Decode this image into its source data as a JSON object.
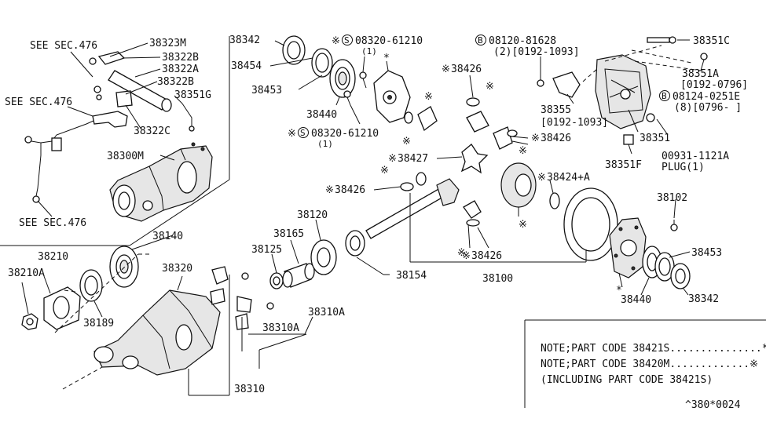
{
  "labels": {
    "see476_a": "SEE SEC.476",
    "see476_b": "SEE SEC.476",
    "see476_c": "SEE SEC.476",
    "p38323M": "38323M",
    "p38322B_a": "38322B",
    "p38322A": "38322A",
    "p38322B_b": "38322B",
    "p38351G": "38351G",
    "p38322C": "38322C",
    "p38300M": "38300M",
    "p38342_a": "38342",
    "p38454": "38454",
    "p38453_a": "38453",
    "p38440_a": "38440",
    "bolt1_code": "08320-61210",
    "bolt1_qty": "(1)",
    "bolt2_code": "08320-61210",
    "bolt2_qty": "(1)",
    "p38426_a": "38426",
    "p38427": "38427",
    "p38426_b": "38426",
    "p38426_c": "38426",
    "p38426_d": "38426",
    "p38424A": "38424+A",
    "b1_code": "08120-81628",
    "b1_qty": "(2)[0192-1093]",
    "p38355": "38355",
    "p38355_date": "[0192-1093]",
    "p38351C": "38351C",
    "p38351A": "38351A",
    "p38351A_date": "[0192-0796]",
    "b2_code": "08124-0251E",
    "b2_qty": "(8)[0796-  ]",
    "p38351": "38351",
    "p38351F": "38351F",
    "plug_code": "00931-1121A",
    "plug_name": "PLUG(1)",
    "p38102": "38102",
    "p38453_b": "38453",
    "p38440_b": "38440",
    "p38342_b": "38342",
    "p38100": "38100",
    "p38154": "38154",
    "p38120": "38120",
    "p38165": "38165",
    "p38125": "38125",
    "p38140": "38140",
    "p38210": "38210",
    "p38210A": "38210A",
    "p38189": "38189",
    "p38320": "38320",
    "p38310A_a": "38310A",
    "p38310A_b": "38310A",
    "p38310": "38310"
  },
  "markers": {
    "star": "※",
    "asterisk": "*",
    "circle_s": "S",
    "circle_b": "B"
  },
  "notes": {
    "line1": "NOTE;PART CODE 38421S...............*",
    "line2": "NOTE;PART CODE 38420M.............※",
    "line3": "(INCLUDING PART CODE 38421S)"
  },
  "footer_code": "^380*0024"
}
